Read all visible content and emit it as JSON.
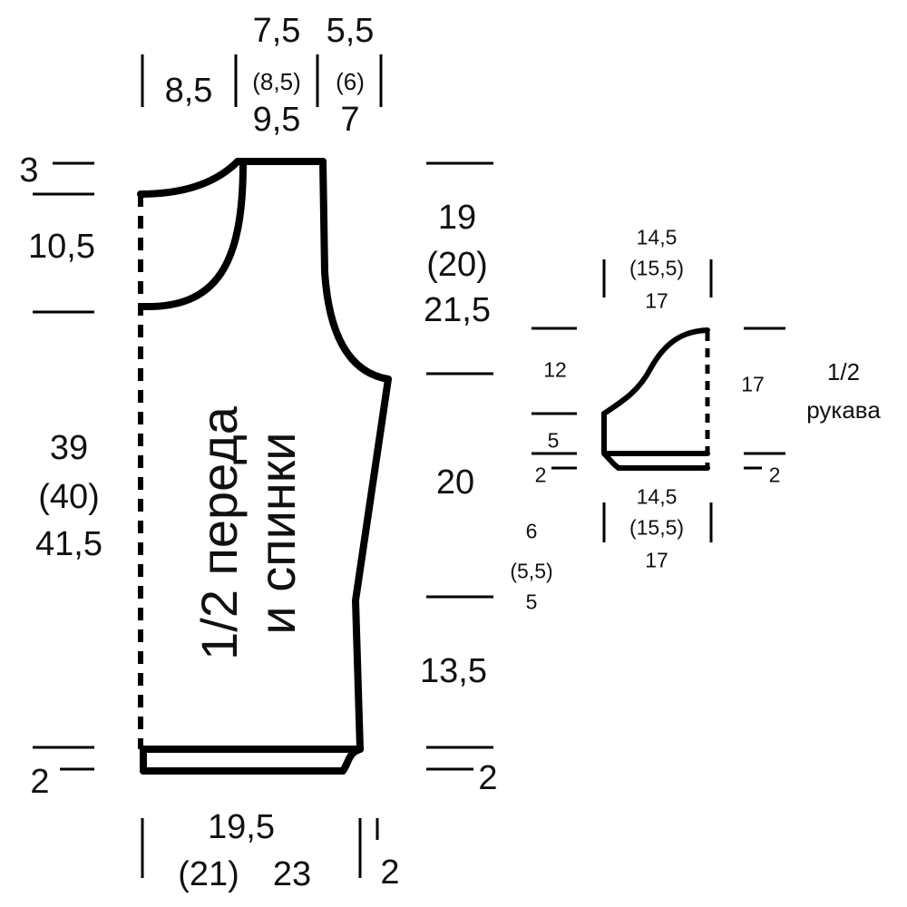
{
  "body_piece": {
    "title_line1": "1/2 переда",
    "title_line2": "и спинки",
    "top": {
      "left_width": "8,5",
      "neck_width": [
        "7,5",
        "(8,5)",
        "9,5"
      ],
      "shoulder_width": [
        "5,5",
        "(6)",
        "7"
      ]
    },
    "left": {
      "neck_drop": "3",
      "armhole_depth": "10,5",
      "side_length": [
        "39",
        "(40)",
        "41,5"
      ],
      "hem_band": "2"
    },
    "right": {
      "armhole_height": [
        "19",
        "(20)",
        "21,5"
      ],
      "mid_section": "20",
      "mid_offset": [
        "6",
        "(5,5)",
        "5"
      ],
      "lower_section": "13,5",
      "hem_band": "2"
    },
    "bottom": {
      "width": [
        "19,5",
        "(21)",
        "23"
      ],
      "side_step": "2"
    }
  },
  "sleeve_piece": {
    "title_line1": "1/2",
    "title_line2": "рукава",
    "top_width": [
      "14,5",
      "(15,5)",
      "17"
    ],
    "bottom_width": [
      "14,5",
      "(15,5)",
      "17"
    ],
    "left": {
      "cap_rise": "12",
      "lower": "5",
      "cuff": "2"
    },
    "right": {
      "height": "17",
      "cuff": "2"
    }
  }
}
